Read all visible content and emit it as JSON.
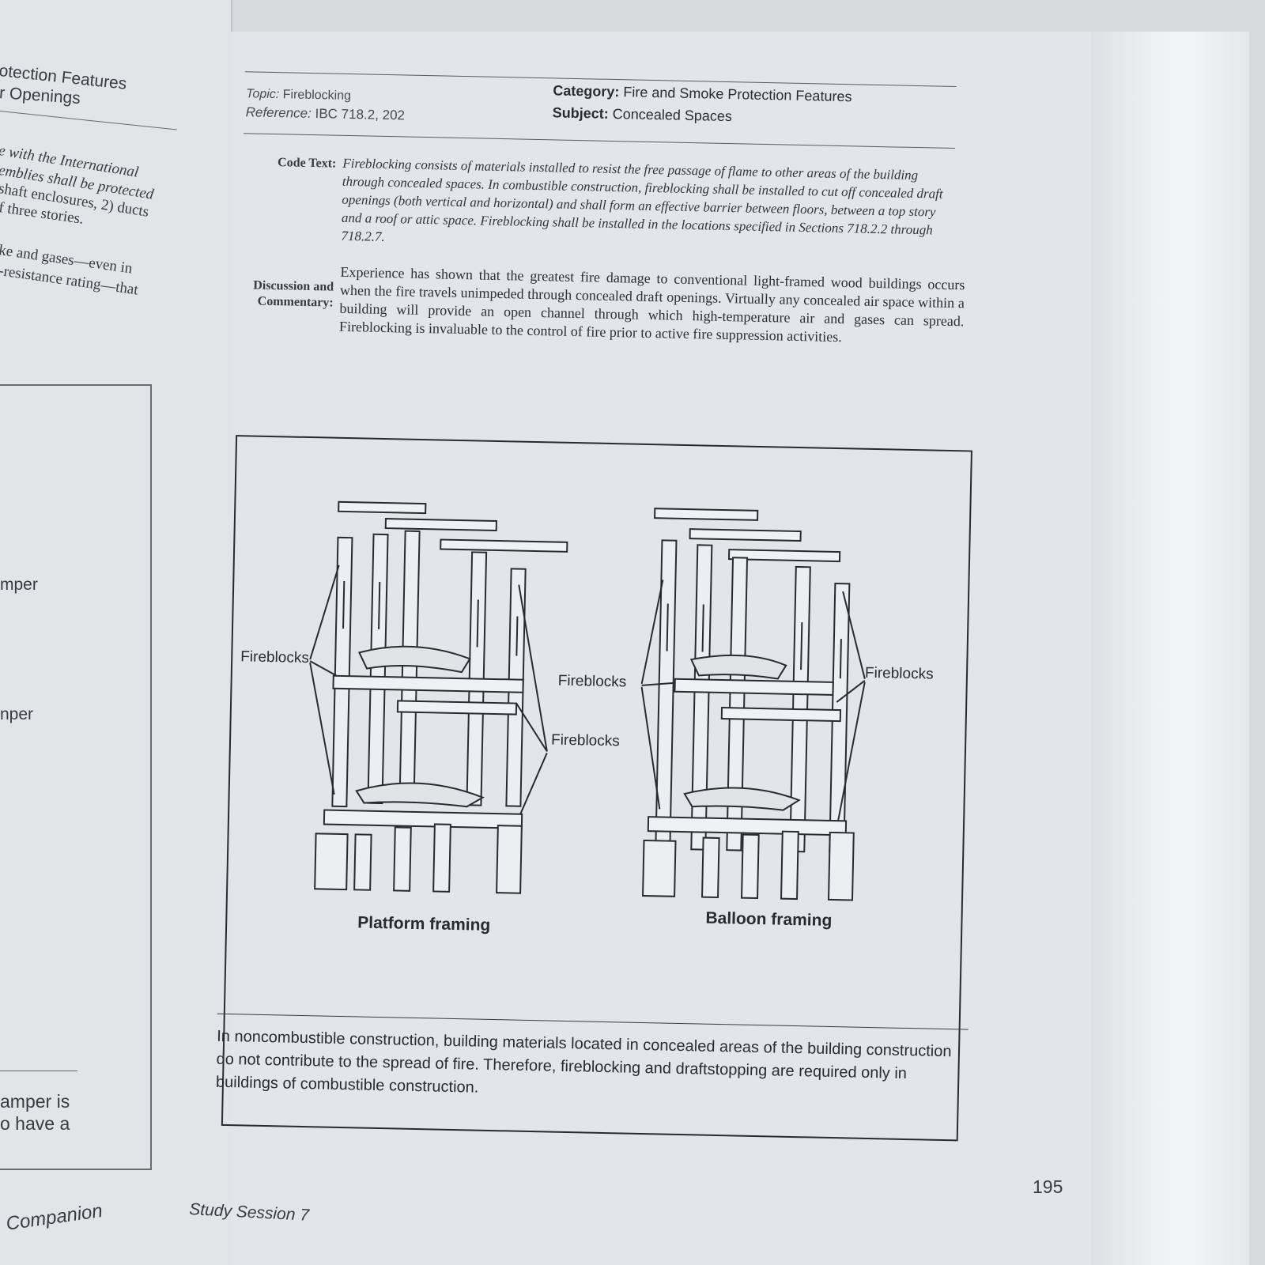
{
  "left_page": {
    "heading_line1": "otection Features",
    "heading_line2": "r Openings",
    "para1": [
      "e with the International",
      "emblies shall be protected",
      "shaft enclosures, 2) ducts",
      "f three stories."
    ],
    "para2": [
      "ke and gases—even in",
      "-resistance rating—that"
    ],
    "box_items": [
      "mper",
      "nper"
    ],
    "bottom_lines": [
      "amper is",
      "o have a"
    ],
    "footer": "Companion"
  },
  "header": {
    "topic_label": "Topic:",
    "topic": "Fireblocking",
    "reference_label": "Reference:",
    "reference": "IBC 718.2, 202",
    "category_label": "Category:",
    "category": "Fire and Smoke Protection Features",
    "subject_label": "Subject:",
    "subject": "Concealed Spaces"
  },
  "code_text": {
    "label": "Code Text:",
    "body": "Fireblocking consists of materials installed to resist the free passage of flame to other areas of the building through concealed spaces. In combustible construction, fireblocking shall be installed to cut off concealed draft openings (both vertical and horizontal) and shall form an effective barrier between floors, between a top story and a roof or attic space. Fireblocking shall be installed in the locations specified in Sections 718.2.2 through 718.2.7."
  },
  "discussion": {
    "label_line1": "Discussion and",
    "label_line2": "Commentary:",
    "body": "Experience has shown that the greatest fire damage to conventional light-framed wood buildings occurs when the fire travels unimpeded through concealed draft openings. Virtually any concealed air space within a building will provide an open channel through which high-temperature air and gases can spread. Fireblocking is invaluable to the control of fire prior to active fire suppression activities."
  },
  "figure": {
    "callouts": [
      "Fireblocks",
      "Fireblocks",
      "Fireblocks",
      "Fireblocks"
    ],
    "platform_label": "Platform framing",
    "balloon_label": "Balloon framing",
    "caption": "In noncombustible construction, building materials located in concealed areas of the building construction do not contribute to the spread of fire. Therefore, fireblocking and draftstopping are required only in buildings of combustible construction."
  },
  "footer": {
    "session": "Study Session 7",
    "page_number": "195"
  }
}
